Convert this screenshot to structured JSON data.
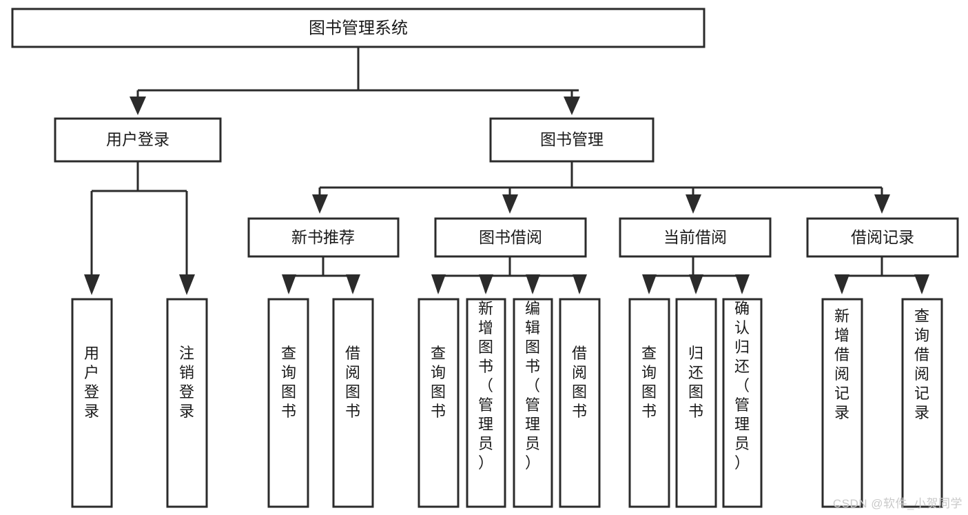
{
  "diagram": {
    "type": "tree",
    "title": "图书管理系统",
    "watermark": "CSDN @软件_小贺同学",
    "colors": {
      "background": "#ffffff",
      "stroke": "#2b2b2b",
      "node_fill": "#ffffff",
      "text": "#1a1a1a",
      "watermark": "#c9c9c9"
    },
    "root": {
      "id": "root",
      "label": "图书管理系统",
      "orientation": "horizontal"
    },
    "level2": [
      {
        "id": "user-login",
        "label": "用户登录",
        "orientation": "horizontal"
      },
      {
        "id": "book-manage",
        "label": "图书管理",
        "orientation": "horizontal"
      }
    ],
    "level3": [
      {
        "id": "new-book-recommend",
        "label": "新书推荐",
        "parent": "book-manage",
        "orientation": "horizontal"
      },
      {
        "id": "book-borrow",
        "label": "图书借阅",
        "parent": "book-manage",
        "orientation": "horizontal"
      },
      {
        "id": "current-borrow",
        "label": "当前借阅",
        "parent": "book-manage",
        "orientation": "horizontal"
      },
      {
        "id": "borrow-record",
        "label": "借阅记录",
        "parent": "book-manage",
        "orientation": "horizontal"
      }
    ],
    "leaves": [
      {
        "id": "leaf-user-login",
        "label": "用户登录",
        "parent": "user-login",
        "orientation": "vertical"
      },
      {
        "id": "leaf-user-logout",
        "label": "注销登录",
        "parent": "user-login",
        "orientation": "vertical"
      },
      {
        "id": "leaf-query-book-rec",
        "label": "查询图书",
        "parent": "new-book-recommend",
        "orientation": "vertical"
      },
      {
        "id": "leaf-borrow-book-rec",
        "label": "借阅图书",
        "parent": "new-book-recommend",
        "orientation": "vertical"
      },
      {
        "id": "leaf-query-book-borrow",
        "label": "查询图书",
        "parent": "book-borrow",
        "orientation": "vertical"
      },
      {
        "id": "leaf-add-book-admin",
        "label": "新增图书（管理员）",
        "parent": "book-borrow",
        "orientation": "vertical"
      },
      {
        "id": "leaf-edit-book-admin",
        "label": "编辑图书（管理员）",
        "parent": "book-borrow",
        "orientation": "vertical"
      },
      {
        "id": "leaf-borrow-book",
        "label": "借阅图书",
        "parent": "book-borrow",
        "orientation": "vertical"
      },
      {
        "id": "leaf-query-book-current",
        "label": "查询图书",
        "parent": "current-borrow",
        "orientation": "vertical"
      },
      {
        "id": "leaf-return-book",
        "label": "归还图书",
        "parent": "current-borrow",
        "orientation": "vertical"
      },
      {
        "id": "leaf-confirm-return-admin",
        "label": "确认归还（管理员）",
        "parent": "current-borrow",
        "orientation": "vertical"
      },
      {
        "id": "leaf-add-record",
        "label": "新增借阅记录",
        "parent": "borrow-record",
        "orientation": "vertical"
      },
      {
        "id": "leaf-query-record",
        "label": "查询借阅记录",
        "parent": "borrow-record",
        "orientation": "vertical"
      }
    ]
  }
}
